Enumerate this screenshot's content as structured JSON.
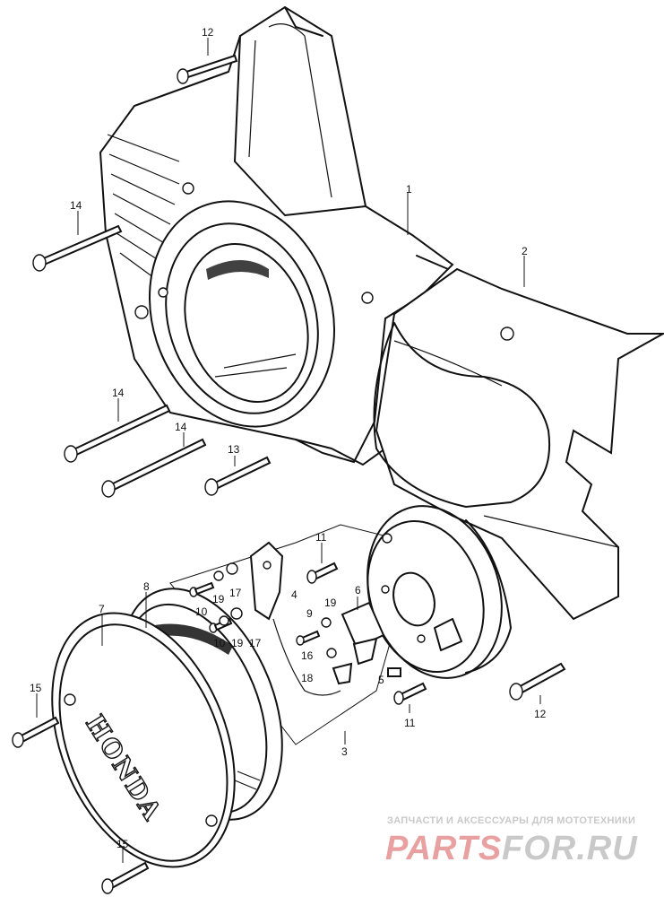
{
  "diagram": {
    "callouts": [
      "1",
      "2",
      "3",
      "4",
      "5",
      "6",
      "7",
      "8",
      "9",
      "10",
      "11",
      "12",
      "13",
      "14",
      "15",
      "16",
      "17",
      "18",
      "19"
    ],
    "cover_lettering": "HONDA"
  },
  "watermark": {
    "caption": "ЗАПЧАСТИ И АКСЕССУАРЫ ДЛЯ МОТОТЕХНИКИ",
    "brand_left": "PARTS",
    "brand_right": "FOR.RU",
    "color_red": "#e8a0a0",
    "color_gray": "#c9c9c9"
  }
}
